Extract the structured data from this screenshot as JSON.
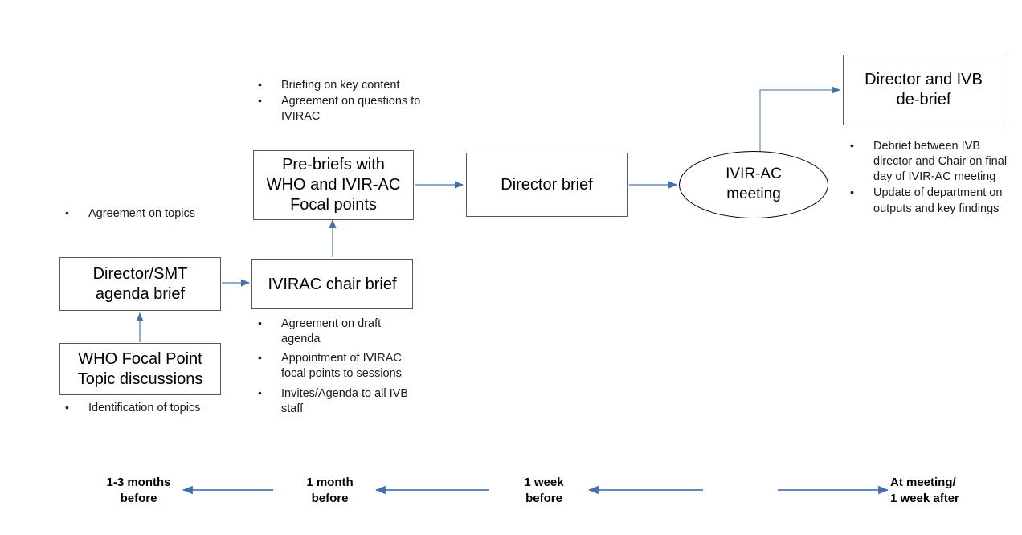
{
  "diagram": {
    "title": "IVIR-AC meeting preparation process flow",
    "accent_color": "#4472a8",
    "box_border_color": "#595959",
    "text_color": "#000000"
  },
  "nodes": {
    "who_focal_point": {
      "label": "WHO Focal Point\nTopic discussions",
      "shape": "rectangle"
    },
    "director_smt": {
      "label": "Director/SMT\nagenda brief",
      "shape": "rectangle"
    },
    "ivirac_chair": {
      "label": "IVIRAC chair brief",
      "shape": "rectangle"
    },
    "pre_briefs": {
      "label": "Pre-briefs with\nWHO and IVIR-AC\nFocal points",
      "shape": "rectangle"
    },
    "director_brief": {
      "label": "Director brief",
      "shape": "rectangle"
    },
    "ivirac_meeting": {
      "label": "IVIR-AC\nmeeting",
      "shape": "ellipse"
    },
    "debrief": {
      "label": "Director and IVB\nde-brief",
      "shape": "rectangle"
    }
  },
  "annotations": {
    "who_focal_point_bullets": [
      "Identification of topics"
    ],
    "director_smt_bullets": [
      "Agreement on topics"
    ],
    "ivirac_chair_bullets": [
      "Agreement on draft agenda",
      "Appointment of IVIRAC focal points to sessions",
      "Invites/Agenda to all IVB staff"
    ],
    "pre_briefs_bullets": [
      "Briefing on key content",
      "Agreement on questions to IVIRAC"
    ],
    "debrief_bullets": [
      "Debrief between IVB director and Chair on final day of IVIR-AC meeting",
      "Update of department on outputs and key findings"
    ]
  },
  "timeline": {
    "labels": [
      "1-3 months\nbefore",
      "1 month\nbefore",
      "1 week\nbefore",
      "At meeting/\n1 week after"
    ]
  }
}
